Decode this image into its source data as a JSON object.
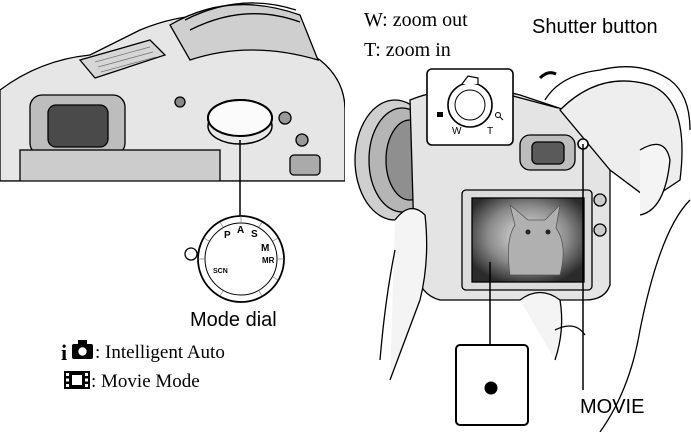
{
  "labels": {
    "zoom_out": "W: zoom out",
    "zoom_in": "T: zoom in",
    "shutter": "Shutter button",
    "mode_dial": "Mode dial",
    "intelligent_auto": ": Intelligent Auto",
    "movie_mode": ": Movie Mode",
    "movie": "MOVIE"
  },
  "lever": {
    "w": "W",
    "t": "T"
  },
  "dial_marks": [
    "S",
    "M",
    "MR",
    "A",
    "P",
    "SCN"
  ],
  "icons": {
    "intelligent_auto": "i-camera-icon",
    "movie_mode": "film-icon",
    "record": "record-dot-icon"
  },
  "colors": {
    "ink": "#000000",
    "shade": "#d9d9d9",
    "dark": "#555555"
  }
}
